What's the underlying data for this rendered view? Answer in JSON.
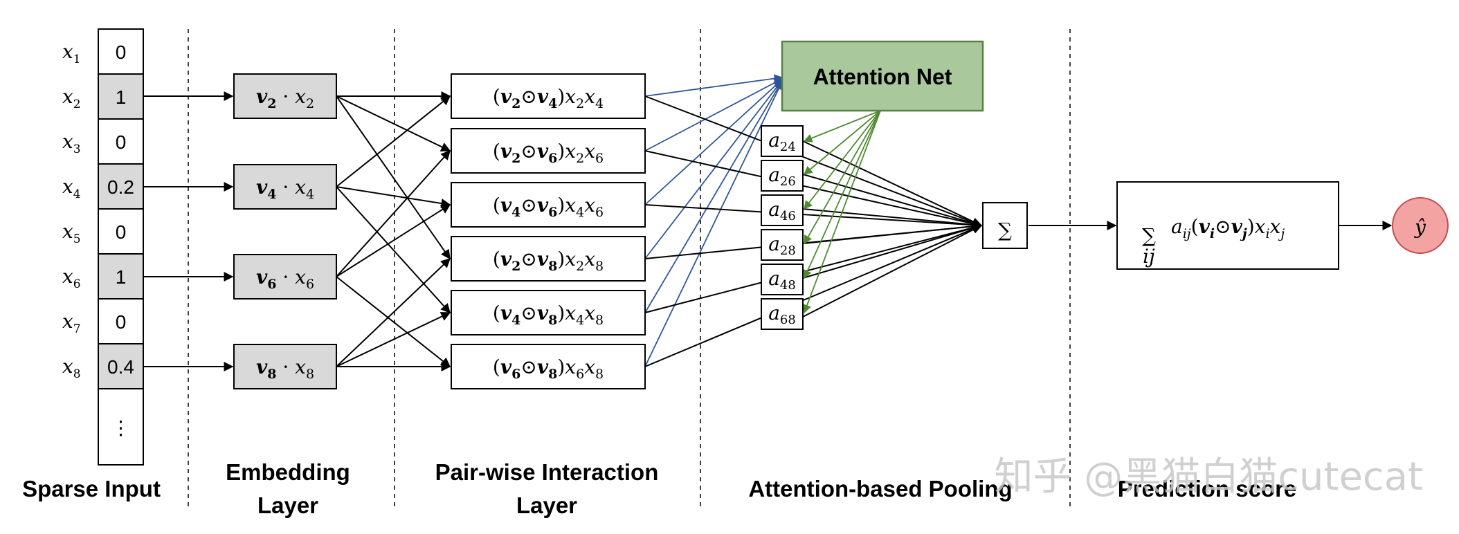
{
  "layers": {
    "sparse_input": "Sparse Input",
    "embedding_line1": "Embedding",
    "embedding_line2": "Layer",
    "interaction_line1": "Pair-wise Interaction",
    "interaction_line2": "Layer",
    "pooling": "Attention-based Pooling",
    "prediction": "Prediction score"
  },
  "inputs": [
    {
      "var": "x",
      "sub": "1",
      "value": "0",
      "shaded": false
    },
    {
      "var": "x",
      "sub": "2",
      "value": "1",
      "shaded": true
    },
    {
      "var": "x",
      "sub": "3",
      "value": "0",
      "shaded": false
    },
    {
      "var": "x",
      "sub": "4",
      "value": "0.2",
      "shaded": true
    },
    {
      "var": "x",
      "sub": "5",
      "value": "0",
      "shaded": false
    },
    {
      "var": "x",
      "sub": "6",
      "value": "1",
      "shaded": true
    },
    {
      "var": "x",
      "sub": "7",
      "value": "0",
      "shaded": false
    },
    {
      "var": "x",
      "sub": "8",
      "value": "0.4",
      "shaded": true
    }
  ],
  "input_ellipsis": "⋮",
  "embeddings": [
    {
      "v": "v",
      "i": "2",
      "x": "x",
      "xi": "2"
    },
    {
      "v": "v",
      "i": "4",
      "x": "x",
      "xi": "4"
    },
    {
      "v": "v",
      "i": "6",
      "x": "x",
      "xi": "6"
    },
    {
      "v": "v",
      "i": "8",
      "x": "x",
      "xi": "8"
    }
  ],
  "interactions": [
    {
      "a": "2",
      "b": "4"
    },
    {
      "a": "2",
      "b": "6"
    },
    {
      "a": "4",
      "b": "6"
    },
    {
      "a": "2",
      "b": "8"
    },
    {
      "a": "4",
      "b": "8"
    },
    {
      "a": "6",
      "b": "8"
    }
  ],
  "attention_net": "Attention Net",
  "attention_weights": [
    {
      "sym": "a",
      "sub": "24"
    },
    {
      "sym": "a",
      "sub": "26"
    },
    {
      "sym": "a",
      "sub": "46"
    },
    {
      "sym": "a",
      "sub": "28"
    },
    {
      "sym": "a",
      "sub": "48"
    },
    {
      "sym": "a",
      "sub": "68"
    }
  ],
  "sum_symbol": "∑",
  "formula": {
    "sum": "∑",
    "sum_sub": "ij",
    "a": "a",
    "a_sub": "ij",
    "vi": "v",
    "vi_sub": "i",
    "vj": "v",
    "vj_sub": "j",
    "xi": "x",
    "xi_sub": "i",
    "xj": "x",
    "xj_sub": "j"
  },
  "output": {
    "symbol": "ŷ"
  },
  "watermark": "知乎 @黑猫白猫cutecat",
  "colors": {
    "attention_fill": "#a9c89b",
    "attention_stroke": "#5a7f47",
    "output_fill": "#f4a3a3",
    "output_stroke": "#c0504d",
    "shade": "#d9d9d9",
    "blue_edges": "#2f5597",
    "green_edges": "#4e8a2f"
  }
}
